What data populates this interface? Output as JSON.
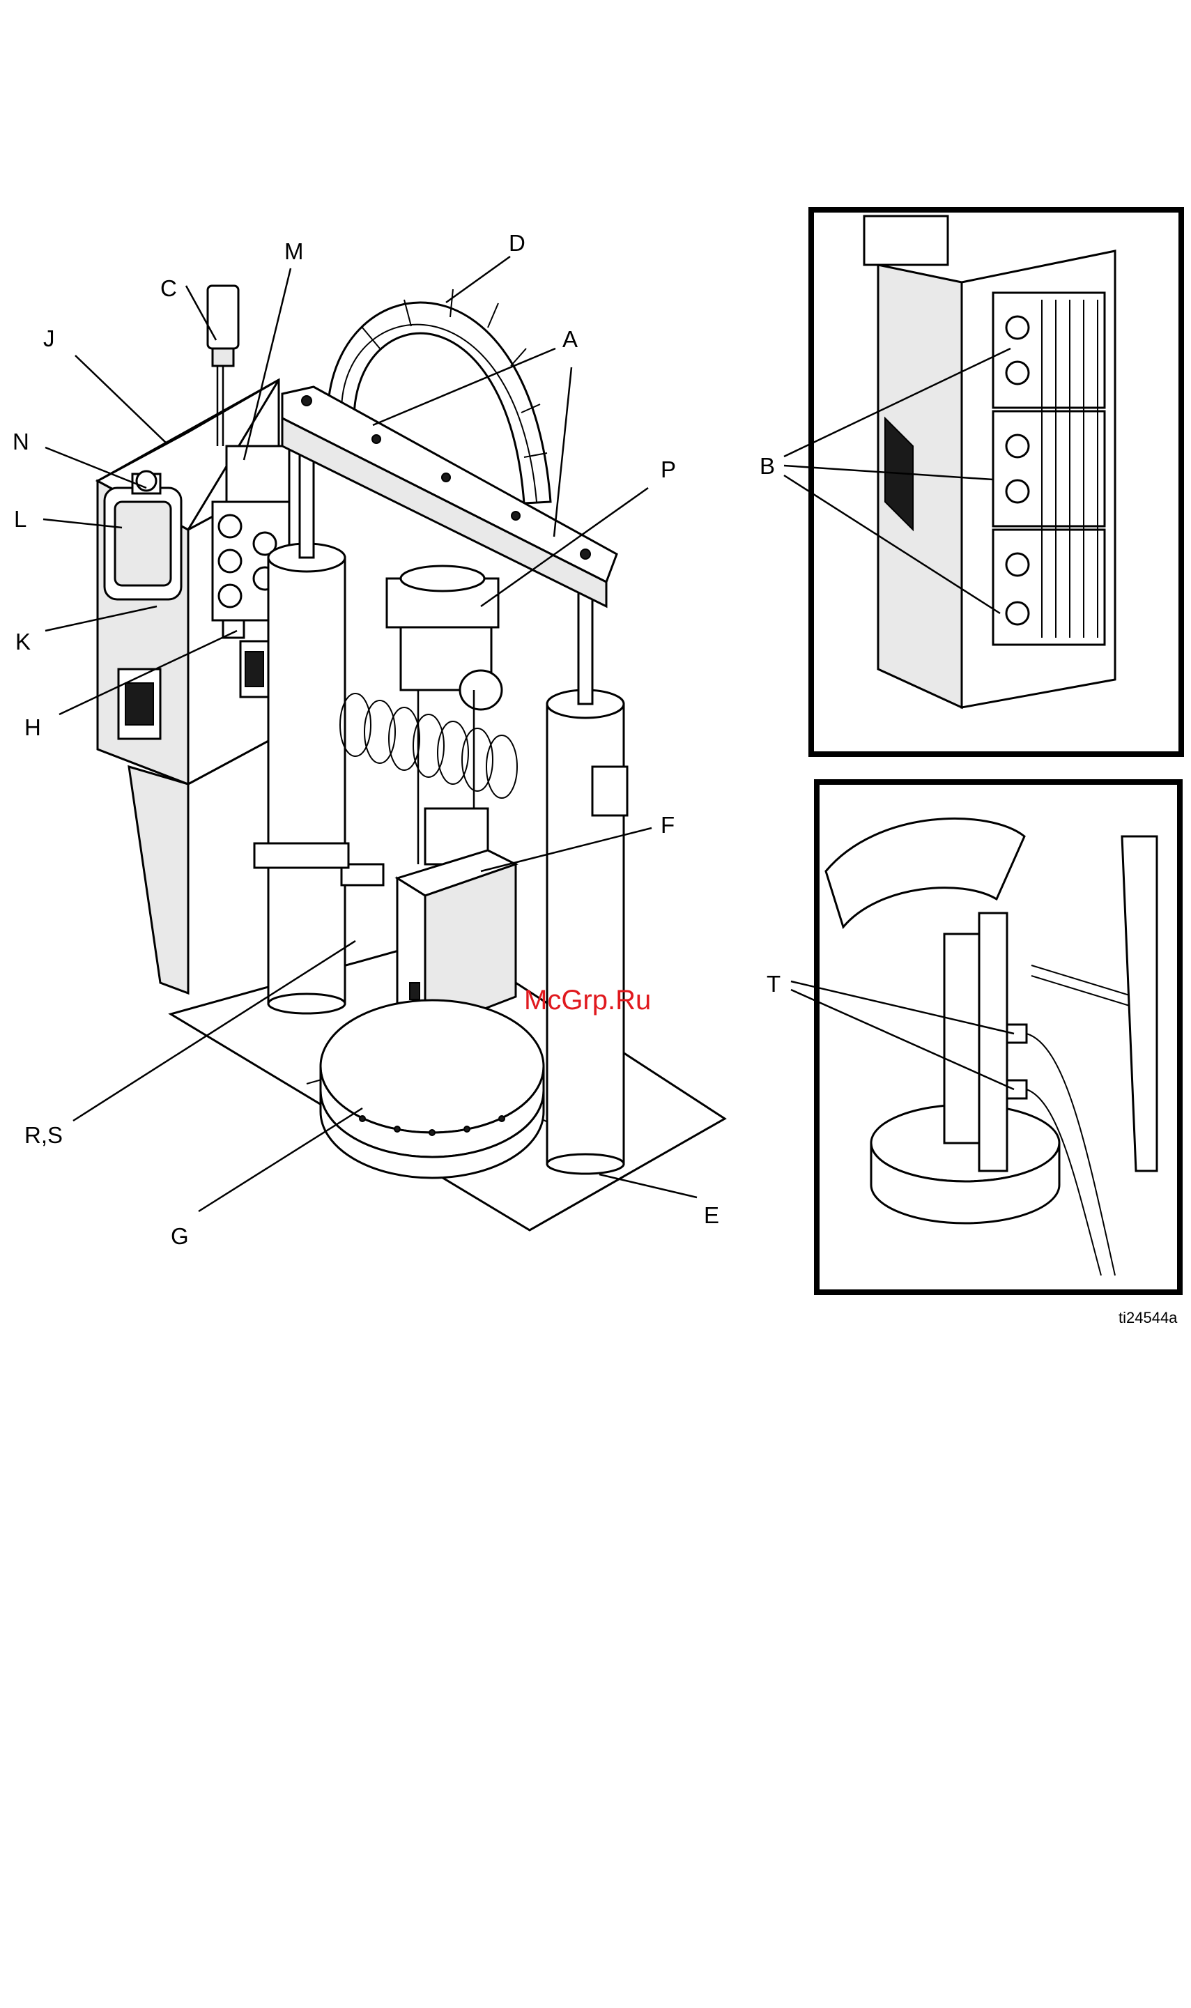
{
  "callouts": {
    "A": "A",
    "B": "B",
    "C": "C",
    "D": "D",
    "E": "E",
    "F": "F",
    "G": "G",
    "H": "H",
    "J": "J",
    "K": "K",
    "L": "L",
    "M": "M",
    "N": "N",
    "P": "P",
    "RS": "R,S",
    "T": "T"
  },
  "figure_id": "ti24544a",
  "watermark": "McGrp.Ru"
}
